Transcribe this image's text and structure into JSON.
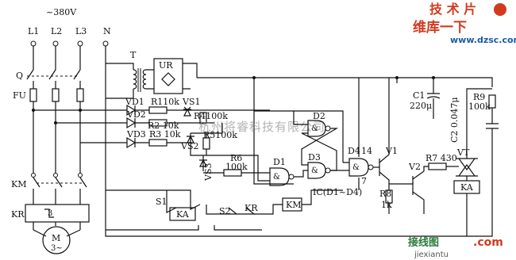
{
  "power": {
    "voltage": "~380V",
    "l1": "L1",
    "l2": "L2",
    "l3": "L3",
    "n": "N"
  },
  "protection": {
    "q": "Q",
    "fu": "FU",
    "km": "KM",
    "kr": "KR",
    "kr_phase": "3",
    "motor": "M",
    "motor_phase": "3~"
  },
  "transformer": {
    "t": "T",
    "ur": "UR"
  },
  "diodes": {
    "vd1": "VD1",
    "vd2": "VD2",
    "vd3": "VD3"
  },
  "resistors": {
    "r1": "R110k",
    "r2": "R2 10k",
    "r3": "R3 10k",
    "r4": "R4100k",
    "r5": "R5100k",
    "r6": "R6",
    "r6_val": "100k",
    "r7": "R7 430",
    "r8": "R8",
    "r8_val": "1k",
    "r9": "R9",
    "r9_val": "100k"
  },
  "zeners": {
    "vs1": "VS1",
    "vs2": "VS2",
    "vs3": "VS3"
  },
  "logic": {
    "d1": "D1",
    "d2": "D2",
    "d3": "D3",
    "d4": "D4",
    "pin14": "14",
    "pin7": "7",
    "ic": "IC(D1~D4)",
    "amp": "&"
  },
  "caps": {
    "c1": "C1",
    "c1_val": "220μ",
    "c2": "C2 0.047μ"
  },
  "transistors": {
    "v1": "V1",
    "v2": "V2",
    "vt": "VT"
  },
  "relay": {
    "ka": "KA",
    "km_coil": "KM",
    "s1": "S1",
    "s2": "S2",
    "kr_contact": "KR",
    "ka_contact": "KA"
  },
  "watermark": {
    "center": "杭州将睿科技有限公司",
    "logo_cn": "维库一下",
    "logo_top": "技 术 片",
    "logo_url": "www.dzsc.com",
    "bottom_cn": "接线图",
    "bottom_com": ".com",
    "bottom_url": "jiexiantu"
  }
}
